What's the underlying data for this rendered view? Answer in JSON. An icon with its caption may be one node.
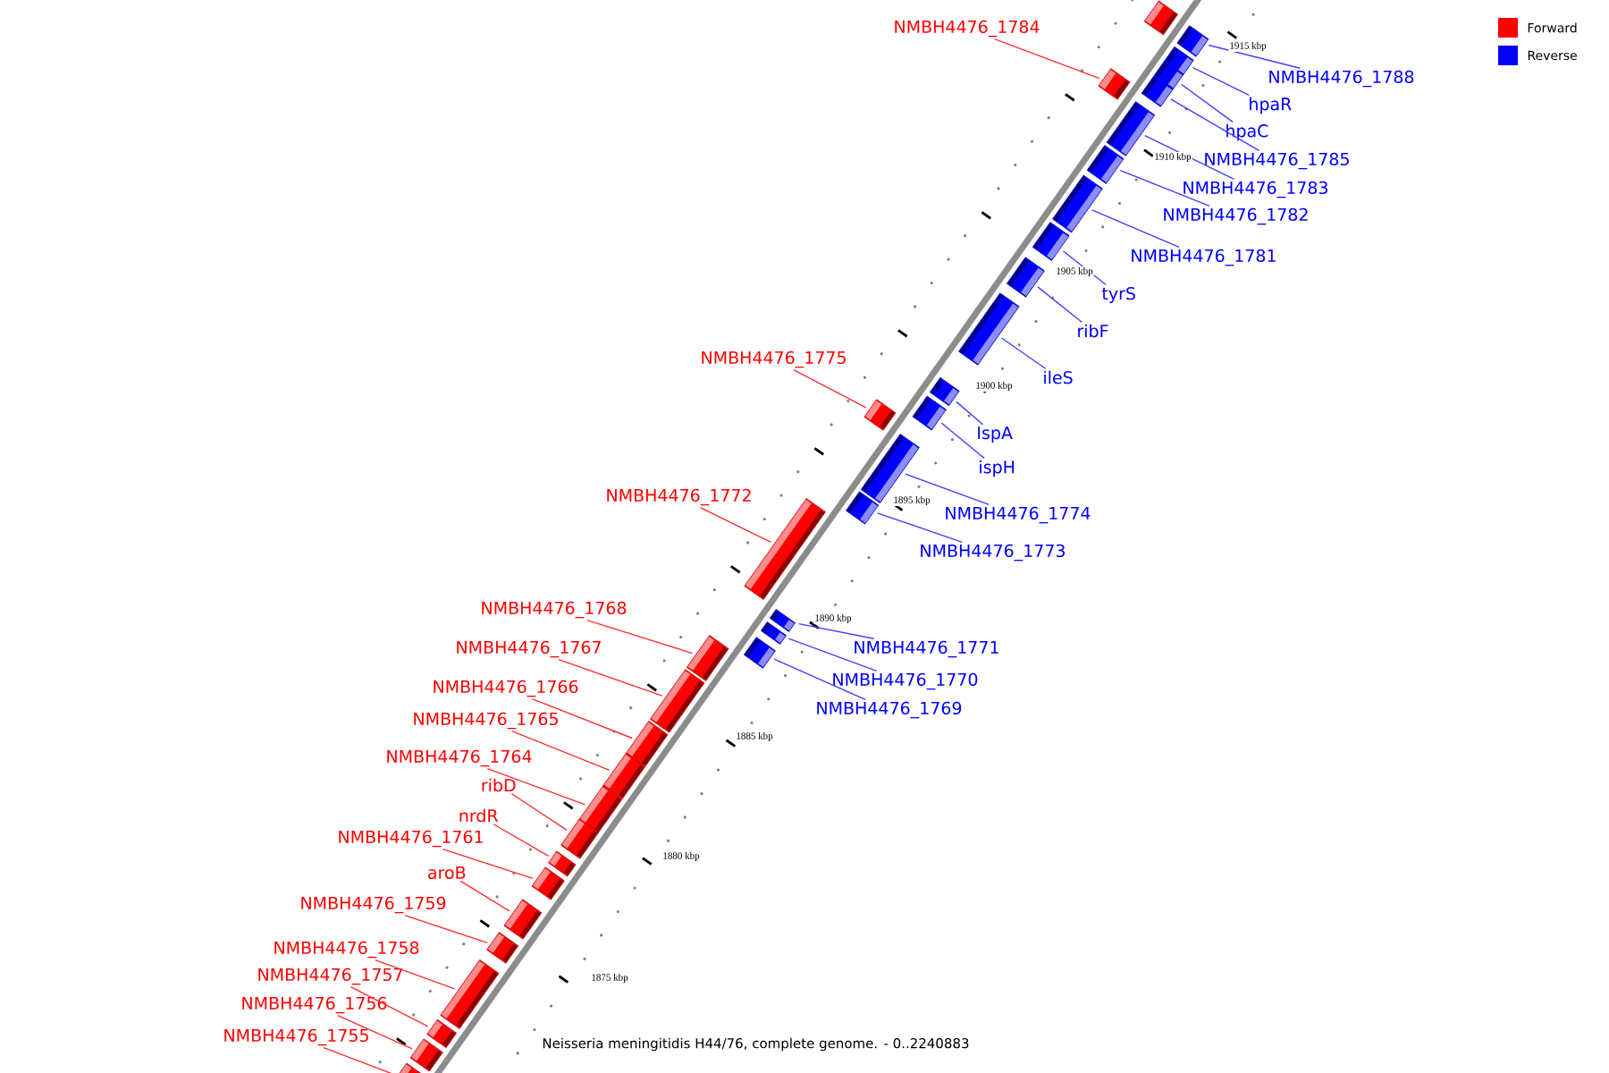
{
  "diagram": {
    "caption": "Neisseria meningitidis H44/76, complete genome. - 0..2240883",
    "nodes": [
      {
        "text": [],
        "shape": "box"
      },
      {
        "text": [
          "NMBH4476_1788"
        ]
      },
      {
        "text": [],
        "shape": "box"
      },
      {
        "text": [
          "hpaR"
        ]
      },
      {
        "text": [],
        "shape": "box"
      },
      {
        "text": [
          "hpaC"
        ]
      },
      {
        "text": [],
        "shape": "box"
      },
      {
        "text": [
          "NMBH4476_1784"
        ]
      },
      {
        "text": [],
        "shape": "box"
      },
      {
        "text": [
          "NMBH4476_1785"
        ]
      },
      {
        "text": [],
        "shape": "box"
      },
      {
        "text": [
          "NMBH4476_1783"
        ]
      },
      {
        "text": [],
        "shape": "box"
      },
      {
        "text": [
          "NMBH4476_1782"
        ]
      },
      {
        "text": [],
        "shape": "box"
      },
      {
        "text": [
          "NMBH4476_1781"
        ]
      },
      {
        "text": [],
        "shape": "box"
      },
      {
        "text": [
          "tyrS"
        ]
      },
      {
        "text": [],
        "shape": "box"
      },
      {
        "text": [
          "ribF"
        ]
      },
      {
        "text": [],
        "shape": "box"
      },
      {
        "text": [
          "ileS"
        ]
      },
      {
        "text": [],
        "shape": "box"
      },
      {
        "text": [
          "IspA"
        ]
      },
      {
        "text": [],
        "shape": "box"
      },
      {
        "text": [
          "ispH"
        ]
      },
      {
        "text": [],
        "shape": "box"
      },
      {
        "text": [
          "NMBH4476_1775"
        ]
      },
      {
        "text": [],
        "shape": "box"
      },
      {
        "text": [
          "NMBH4476_1774"
        ]
      },
      {
        "text": [],
        "shape": "box"
      },
      {
        "text": [
          "NMBH4476_1773"
        ]
      },
      {
        "text": [],
        "shape": "box"
      },
      {
        "text": [
          "NMBH4476_1772"
        ]
      },
      {
        "text": [],
        "shape": "box"
      },
      {
        "text": [
          "NMBH4476_1771"
        ]
      },
      {
        "text": [],
        "shape": "box"
      },
      {
        "text": [
          "NMBH4476_1770"
        ]
      },
      {
        "text": [],
        "shape": "box"
      },
      {
        "text": [
          "NMBH4476_1769"
        ]
      },
      {
        "text": [],
        "shape": "box"
      },
      {
        "text": [
          "NMBH4476_1768"
        ]
      },
      {
        "text": [],
        "shape": "box"
      },
      {
        "text": [
          "NMBH4476_1767"
        ]
      },
      {
        "text": [],
        "shape": "box"
      },
      {
        "text": [
          "NMBH4476_1766"
        ]
      },
      {
        "text": [],
        "shape": "box"
      },
      {
        "text": [
          "NMBH4476_1765"
        ]
      },
      {
        "text": [],
        "shape": "box"
      },
      {
        "text": [
          "NMBH4476_1764"
        ]
      },
      {
        "text": [],
        "shape": "box"
      },
      {
        "text": [
          "ribD"
        ]
      },
      {
        "text": [],
        "shape": "box"
      },
      {
        "text": [
          "nrdR"
        ]
      },
      {
        "text": [],
        "shape": "box"
      },
      {
        "text": [
          "NMBH4476_1761"
        ]
      },
      {
        "text": [],
        "shape": "box"
      },
      {
        "text": [
          "aroB"
        ]
      },
      {
        "text": [],
        "shape": "box"
      },
      {
        "text": [
          "NMBH4476_1759"
        ]
      },
      {
        "text": [],
        "shape": "box"
      },
      {
        "text": [
          "NMBH4476_1758"
        ]
      },
      {
        "text": [],
        "shape": "box"
      },
      {
        "text": [
          "NMBH4476_1757"
        ]
      },
      {
        "text": [],
        "shape": "box"
      },
      {
        "text": [
          "NMBH4476_1756"
        ]
      },
      {
        "text": [],
        "shape": "box"
      },
      {
        "text": [
          "NMBH4476_1755"
        ]
      },
      {
        "text": [],
        "shape": "box"
      }
    ],
    "edges": [
      {
        "from": 1,
        "to": 2,
        "arrow": "none",
        "color": "#4040ff"
      },
      {
        "from": 3,
        "to": 4,
        "arrow": "none",
        "color": "#4040ff"
      },
      {
        "from": 5,
        "to": 6,
        "arrow": "none",
        "color": "#4040ff"
      },
      {
        "from": 7,
        "to": 8,
        "arrow": "none",
        "color": "#ff3030"
      },
      {
        "from": 9,
        "to": 10,
        "arrow": "none",
        "color": "#4040ff"
      },
      {
        "from": 11,
        "to": 12,
        "arrow": "none",
        "color": "#4040ff"
      },
      {
        "from": 13,
        "to": 14,
        "arrow": "none",
        "color": "#4040ff"
      },
      {
        "from": 15,
        "to": 16,
        "arrow": "none",
        "color": "#4040ff"
      },
      {
        "from": 17,
        "to": 18,
        "arrow": "none",
        "color": "#4040ff"
      },
      {
        "from": 19,
        "to": 20,
        "arrow": "none",
        "color": "#4040ff"
      },
      {
        "from": 21,
        "to": 22,
        "arrow": "none",
        "color": "#4040ff"
      },
      {
        "from": 23,
        "to": 24,
        "arrow": "none",
        "color": "#4040ff"
      },
      {
        "from": 25,
        "to": 26,
        "arrow": "none",
        "color": "#4040ff"
      },
      {
        "from": 27,
        "to": 28,
        "arrow": "none",
        "color": "#ff3030"
      },
      {
        "from": 29,
        "to": 30,
        "arrow": "none",
        "color": "#4040ff"
      },
      {
        "from": 31,
        "to": 32,
        "arrow": "none",
        "color": "#4040ff"
      },
      {
        "from": 33,
        "to": 34,
        "arrow": "none",
        "color": "#ff3030"
      },
      {
        "from": 35,
        "to": 36,
        "arrow": "none",
        "color": "#4040ff"
      },
      {
        "from": 37,
        "to": 38,
        "arrow": "none",
        "color": "#4040ff"
      },
      {
        "from": 39,
        "to": 40,
        "arrow": "none",
        "color": "#4040ff"
      },
      {
        "from": 41,
        "to": 42,
        "arrow": "none",
        "color": "#ff3030"
      },
      {
        "from": 43,
        "to": 44,
        "arrow": "none",
        "color": "#ff3030"
      },
      {
        "from": 45,
        "to": 46,
        "arrow": "none",
        "color": "#ff3030"
      },
      {
        "from": 47,
        "to": 48,
        "arrow": "none",
        "color": "#ff3030"
      },
      {
        "from": 49,
        "to": 50,
        "arrow": "none",
        "color": "#ff3030"
      },
      {
        "from": 51,
        "to": 52,
        "arrow": "none",
        "color": "#ff3030"
      },
      {
        "from": 53,
        "to": 54,
        "arrow": "none",
        "color": "#ff3030"
      },
      {
        "from": 55,
        "to": 56,
        "arrow": "none",
        "color": "#ff3030"
      },
      {
        "from": 57,
        "to": 58,
        "arrow": "none",
        "color": "#ff3030"
      },
      {
        "from": 59,
        "to": 60,
        "arrow": "none",
        "color": "#ff3030"
      },
      {
        "from": 61,
        "to": 62,
        "arrow": "none",
        "color": "#ff3030"
      },
      {
        "from": 63,
        "to": 64,
        "arrow": "none",
        "color": "#ff3030"
      },
      {
        "from": 65,
        "to": 66,
        "arrow": "none",
        "color": "#ff3030"
      },
      {
        "from": 67,
        "to": 68,
        "arrow": "none",
        "color": "#ff3030"
      }
    ],
    "labels": [
      "1915 kbp",
      "1910 kbp",
      "1905 kbp",
      "1900 kbp",
      "1895 kbp",
      "1890 kbp",
      "1885 kbp",
      "1880 kbp",
      "1875 kbp"
    ],
    "legend": [
      {
        "text": "Forward",
        "color": "#ff0000"
      },
      {
        "text": "Reverse",
        "color": "#0000ff"
      }
    ]
  }
}
